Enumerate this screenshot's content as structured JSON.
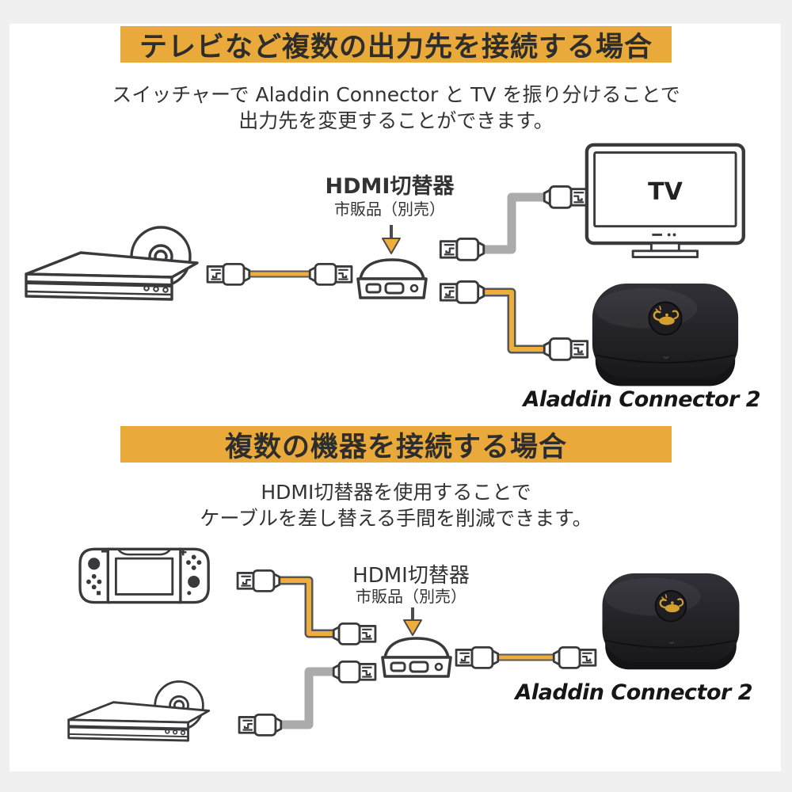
{
  "colors": {
    "banner": "#E9A93B",
    "accent": "#EFAD3C",
    "cable_gray": "#ABABAB",
    "cable_dark": "#55575A",
    "line": "#3A3A3C",
    "text_dark": "#333333",
    "lamp": "#D2A12D"
  },
  "section1": {
    "banner": "テレビなど複数の出力先を接続する場合",
    "subtitle_line1": "スイッチャーで Aladdin Connector と TV を振り分けることで",
    "subtitle_line2": "出力先を変更することができます。",
    "switcher_label": "HDMI切替器",
    "switcher_sublabel": "市販品（別売）",
    "tv_label": "TV",
    "device_label": "Aladdin Connector 2"
  },
  "section2": {
    "banner": "複数の機器を接続する場合",
    "subtitle_line1": "HDMI切替器を使用することで",
    "subtitle_line2": "ケーブルを差し替える手間を削減できます。",
    "switcher_label": "HDMI切替器",
    "switcher_sublabel": "市販品（別売）",
    "device_label": "Aladdin Connector 2"
  }
}
